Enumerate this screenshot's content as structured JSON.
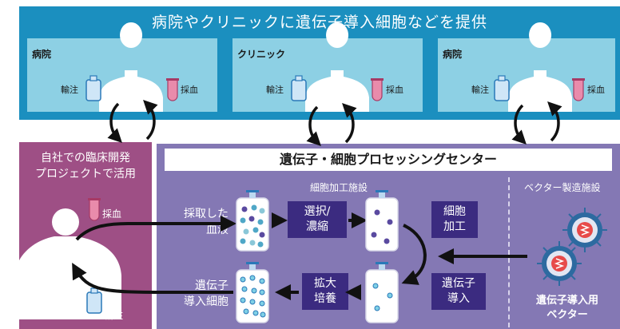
{
  "banner": {
    "title": "病院やクリニックに遺伝子導入細胞などを提供"
  },
  "sites": [
    {
      "name": "病院",
      "infusion": "輸注",
      "blood": "採血"
    },
    {
      "name": "クリニック",
      "infusion": "輸注",
      "blood": "採血"
    },
    {
      "name": "病院",
      "infusion": "輸注",
      "blood": "採血"
    }
  ],
  "inhouse": {
    "line1": "自社での臨床開発",
    "line2": "プロジェクトで活用",
    "blood": "採血",
    "infusion": "輸注"
  },
  "center": {
    "title": "遺伝子・細胞プロセッシングセンター",
    "cell_facility": "細胞加工施設",
    "vector_facility": "ベクター製造施設",
    "collected_line1": "採取した",
    "collected_line2": "血液",
    "select_line1": "選択/",
    "select_line2": "濃縮",
    "process_line1": "細胞",
    "process_line2": "加工",
    "expand_line1": "拡大",
    "expand_line2": "培養",
    "transduce_line1": "遺伝子",
    "transduce_line2": "導入",
    "product_line1": "遺伝子",
    "product_line2": "導入細胞",
    "vector_line1": "遺伝子導入用",
    "vector_line2": "ベクター"
  },
  "colors": {
    "top_band": "#1b8fbf",
    "site_box": "#8dd0e4",
    "left_panel": "#9e4f85",
    "center_panel": "#8478b4",
    "step_box": "#3b2b80"
  }
}
